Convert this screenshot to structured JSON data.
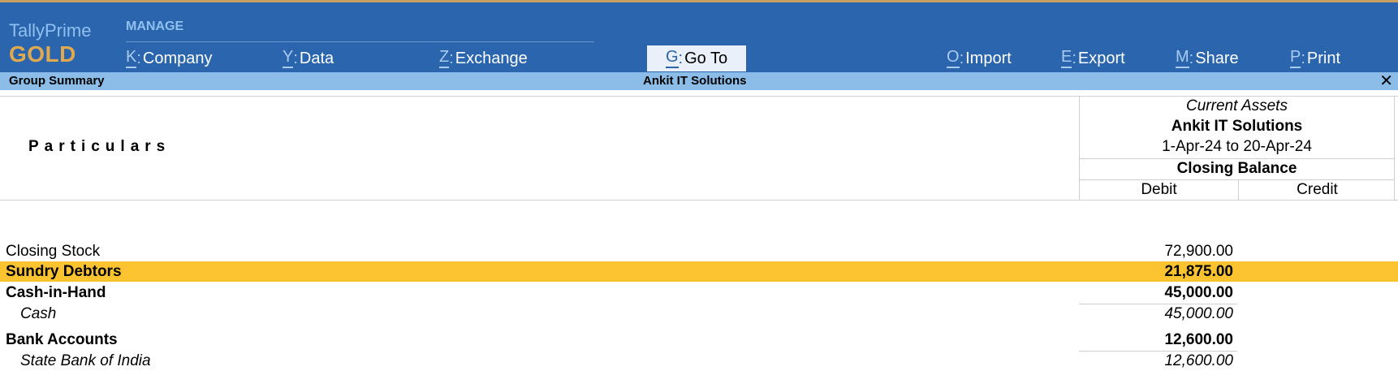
{
  "brand": {
    "name": "TallyPrime",
    "tier": "GOLD"
  },
  "manage": {
    "label": "MANAGE",
    "items": [
      {
        "key": "K",
        "label": "Company"
      },
      {
        "key": "Y",
        "label": "Data"
      },
      {
        "key": "Z",
        "label": "Exchange"
      }
    ]
  },
  "goto": {
    "key": "G",
    "label": "Go To"
  },
  "right_menu": [
    {
      "key": "O",
      "label": "Import"
    },
    {
      "key": "E",
      "label": "Export"
    },
    {
      "key": "M",
      "label": "Share"
    },
    {
      "key": "P",
      "label": "Print"
    }
  ],
  "titlebar": {
    "report_name": "Group Summary",
    "company_name": "Ankit IT Solutions",
    "close_glyph": "✕"
  },
  "header": {
    "particulars": "Particulars",
    "group": "Current Assets",
    "company": "Ankit IT Solutions",
    "period": "1-Apr-24 to 20-Apr-24",
    "closing_balance": "Closing Balance",
    "debit": "Debit",
    "credit": "Credit"
  },
  "rows": [
    {
      "label": "Closing Stock",
      "debit": "72,900.00",
      "style": "normal"
    },
    {
      "label": "Sundry Debtors",
      "debit": "21,875.00",
      "style": "bold-selected"
    },
    {
      "label": "Cash-in-Hand",
      "debit": "45,000.00",
      "style": "bold"
    },
    {
      "label": "Cash",
      "debit": "45,000.00",
      "style": "sub"
    },
    {
      "label": "Bank Accounts",
      "debit": "12,600.00",
      "style": "bold"
    },
    {
      "label": "State Bank of India",
      "debit": "12,600.00",
      "style": "sub"
    }
  ],
  "colors": {
    "toolbar": "#2a65ad",
    "titlebar": "#8bbde8",
    "selection": "#fcc331",
    "brand_tier": "#e0a94f"
  }
}
